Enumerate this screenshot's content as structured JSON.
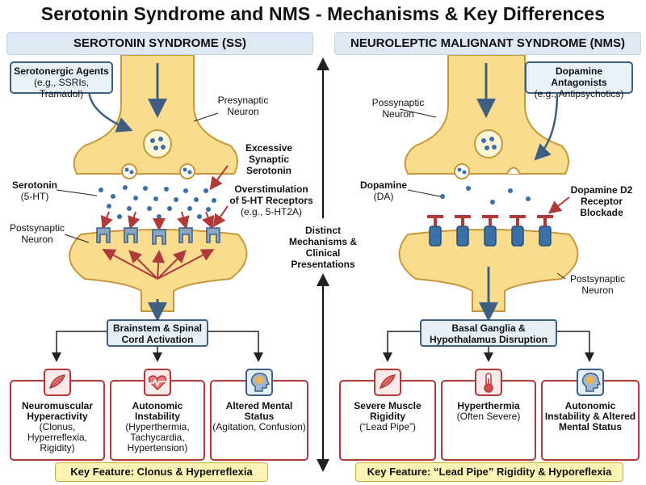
{
  "title": "Serotonin Syndrome and NMS - Mechanisms & Key Differences",
  "center_label": "Distinct Mechanisms & Clinical Presentations",
  "left": {
    "header": "SEROTONIN SYNDROME (SS)",
    "agent_title": "Serotonergic Agents",
    "agent_examples": "(e.g., SSRIs, Tramadol)",
    "presynaptic": "Presynaptic Neuron",
    "excessive": "Excessive Synaptic Serotonin",
    "serotonin": "Serotonin",
    "serotonin_abbr": "(5-HT)",
    "overstim": "Overstimulation of 5-HT Receptors",
    "overstim_example": "(e.g., 5-HT2A)",
    "postsynaptic": "Postsynaptic Neuron",
    "process": "Brainstem & Spinal Cord Activation",
    "cards": [
      {
        "title": "Neuromuscular Hyperactivity",
        "desc": "(Clonus, Hyperreflexia, Rigidity)",
        "icon": "muscle-icon"
      },
      {
        "title": "Autonomic Instability",
        "desc": "(Hyperthermia, Tachycardia, Hypertension)",
        "icon": "heart-monitor-icon"
      },
      {
        "title": "Altered Mental Status",
        "desc": "(Agitation, Confusion)",
        "icon": "brain-head-icon"
      }
    ],
    "key_feature": "Key Feature: Clonus & Hyperreflexia"
  },
  "right": {
    "header": "NEUROLEPTIC MALIGNANT SYNDROME (NMS)",
    "agent_title": "Dopamine Antagonists",
    "agent_examples": "(e.g., Antipsychotics)",
    "presynaptic": "Possynaptic Neuron",
    "dopamine": "Dopamine",
    "dopamine_abbr": "(DA)",
    "blockade": "Dopamine D2 Receptor Blockade",
    "postsynaptic": "Postsynaptic Neuron",
    "process": "Basal Ganglia & Hypothalamus Disruption",
    "cards": [
      {
        "title": "Severe Muscle Rigidity",
        "desc": "(“Lead Pipe”)",
        "icon": "muscle-icon"
      },
      {
        "title": "Hyperthermia",
        "desc": "(Often Severe)",
        "icon": "thermometer-icon"
      },
      {
        "title": "Autonomic Instability & Altered Mental Status",
        "desc": "",
        "icon": "brain-head-icon"
      }
    ],
    "key_feature": "Key Feature: “Lead Pipe” Rigidity & Hyporeflexia"
  },
  "colors": {
    "neuron": "#f9dc8e",
    "neuron_stroke": "#c8973a",
    "receptor": "#3b6fa8",
    "accent_red": "#b03a3a",
    "dark_blue": "#3f5f82",
    "key_bg": "#fdf3b5"
  }
}
